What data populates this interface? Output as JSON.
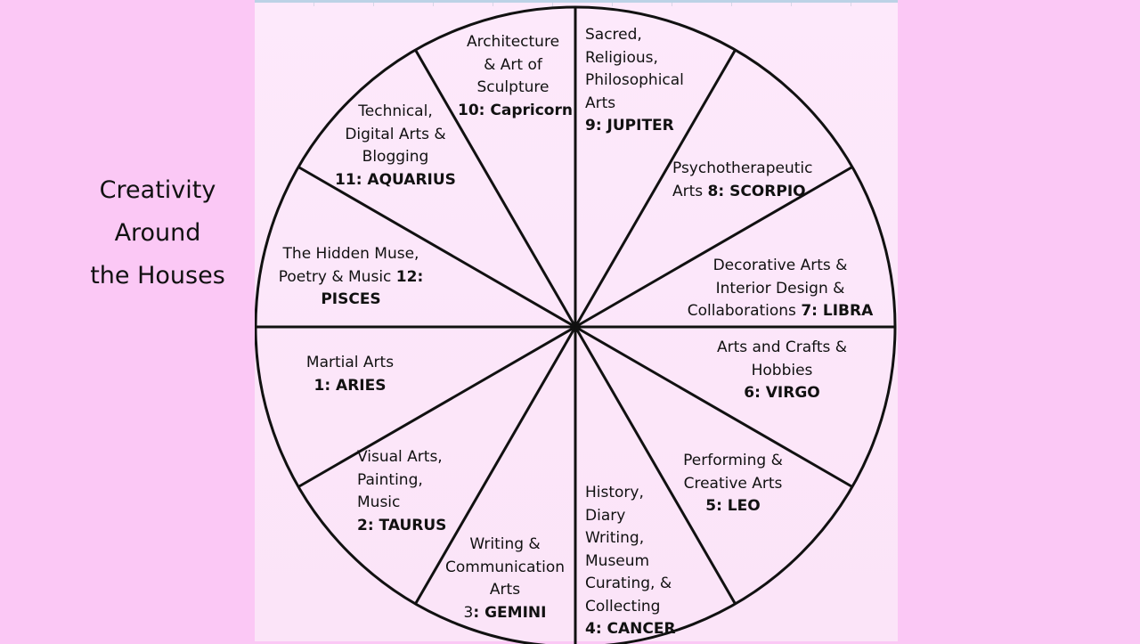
{
  "title": [
    "Creativity",
    "Around",
    "the Houses"
  ],
  "colors": {
    "background": "#fbc8f5",
    "panel": "#fde9fb",
    "line": "#111111"
  },
  "houses": [
    {
      "id": "aries",
      "lines": [
        [
          {
            "t": "Martial Arts"
          }
        ],
        [
          {
            "t": "1: ARIES",
            "b": true
          }
        ]
      ]
    },
    {
      "id": "taurus",
      "lines": [
        [
          {
            "t": "Visual Arts,"
          }
        ],
        [
          {
            "t": "Painting,"
          }
        ],
        [
          {
            "t": "Music"
          }
        ],
        [
          {
            "t": "2: TAURUS",
            "b": true
          }
        ]
      ]
    },
    {
      "id": "gemini",
      "lines": [
        [
          {
            "t": "Writing &"
          }
        ],
        [
          {
            "t": "Communication"
          }
        ],
        [
          {
            "t": "Arts"
          }
        ],
        [
          {
            "t": "3"
          },
          {
            "t": ": GEMINI",
            "b": true
          }
        ]
      ]
    },
    {
      "id": "cancer",
      "lines": [
        [
          {
            "t": "History,"
          }
        ],
        [
          {
            "t": "Diary"
          }
        ],
        [
          {
            "t": "Writing,"
          }
        ],
        [
          {
            "t": "Museum"
          }
        ],
        [
          {
            "t": "Curating, &"
          }
        ],
        [
          {
            "t": "Collecting"
          }
        ],
        [
          {
            "t": "4: CANCER",
            "b": true
          }
        ]
      ]
    },
    {
      "id": "leo",
      "lines": [
        [
          {
            "t": "Performing  &"
          }
        ],
        [
          {
            "t": "Creative Arts"
          }
        ],
        [
          {
            "t": "5: LEO",
            "b": true
          }
        ]
      ]
    },
    {
      "id": "virgo",
      "lines": [
        [
          {
            "t": "Arts and Crafts &"
          }
        ],
        [
          {
            "t": "Hobbies"
          }
        ],
        [
          {
            "t": "6: VIRGO",
            "b": true
          }
        ]
      ]
    },
    {
      "id": "libra",
      "lines": [
        [
          {
            "t": "Decorative Arts &"
          }
        ],
        [
          {
            "t": "Interior Design &"
          }
        ],
        [
          {
            "t": "Collaborations  "
          },
          {
            "t": "7: LIBRA",
            "b": true
          }
        ]
      ]
    },
    {
      "id": "scorpio",
      "lines": [
        [
          {
            "t": "Psychotherapeutic"
          }
        ],
        [
          {
            "t": "Arts "
          },
          {
            "t": "8: SCORPIO",
            "b": true
          }
        ]
      ]
    },
    {
      "id": "jupiter",
      "lines": [
        [
          {
            "t": "Sacred,"
          }
        ],
        [
          {
            "t": "Religious,"
          }
        ],
        [
          {
            "t": "Philosophical"
          }
        ],
        [
          {
            "t": "Arts"
          }
        ],
        [
          {
            "t": "9: JUPITER",
            "b": true
          }
        ]
      ]
    },
    {
      "id": "capricorn",
      "lines": [
        [
          {
            "t": "Architecture"
          }
        ],
        [
          {
            "t": "& Art of"
          }
        ],
        [
          {
            "t": "Sculpture"
          }
        ],
        [
          {
            "t": "10: Capricorn",
            "b": true
          }
        ]
      ]
    },
    {
      "id": "aquarius",
      "lines": [
        [
          {
            "t": "Technical,"
          }
        ],
        [
          {
            "t": "Digital Arts &"
          }
        ],
        [
          {
            "t": "Blogging"
          }
        ],
        [
          {
            "t": "11: AQUARIUS",
            "b": true
          }
        ]
      ]
    },
    {
      "id": "pisces",
      "lines": [
        [
          {
            "t": "The Hidden Muse,"
          }
        ],
        [
          {
            "t": "Poetry & Music "
          },
          {
            "t": "12:",
            "b": true
          }
        ],
        [
          {
            "t": "PISCES",
            "b": true
          }
        ]
      ]
    }
  ]
}
